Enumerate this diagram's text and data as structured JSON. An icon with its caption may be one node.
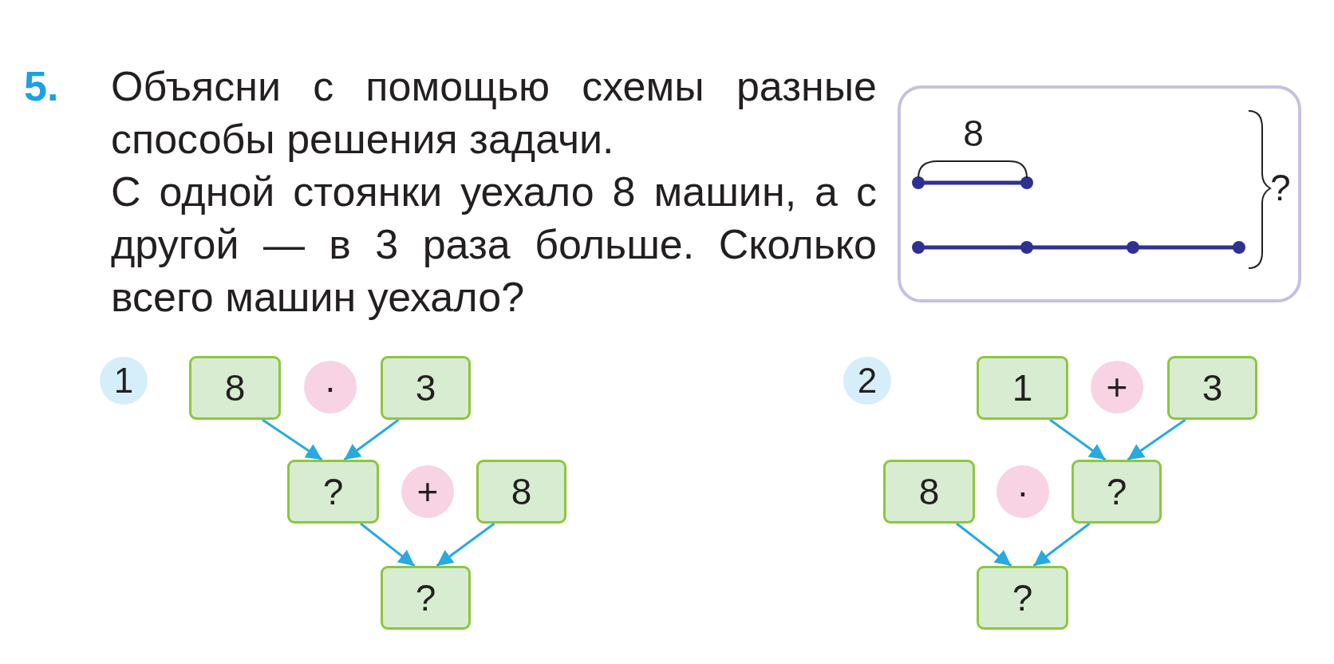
{
  "diagram": {
    "nodes": [
      {
        "text": [],
        "shape": "box"
      },
      {
        "text": [
          "1"
        ]
      },
      {
        "text": [
          "8"
        ]
      },
      {
        "text": [
          "·"
        ]
      },
      {
        "text": [
          "3"
        ]
      },
      {
        "text": [
          "?"
        ]
      },
      {
        "text": [
          "+"
        ]
      },
      {
        "text": [
          "8"
        ]
      },
      {
        "text": [
          "?"
        ]
      },
      {
        "text": [
          "2"
        ]
      },
      {
        "text": [
          "1"
        ]
      },
      {
        "text": [
          "+"
        ]
      },
      {
        "text": [
          "3"
        ]
      },
      {
        "text": [
          "8"
        ]
      },
      {
        "text": [
          "·"
        ]
      },
      {
        "text": [
          "?"
        ]
      },
      {
        "text": [
          "?"
        ]
      }
    ],
    "edges": [
      {
        "from": 2,
        "to": 5,
        "arrow": "to"
      },
      {
        "from": 4,
        "to": 5,
        "arrow": "to"
      },
      {
        "from": 5,
        "to": 8,
        "arrow": "to"
      },
      {
        "from": 7,
        "to": 8,
        "arrow": "to"
      },
      {
        "from": 10,
        "to": 15,
        "arrow": "to"
      },
      {
        "from": 12,
        "to": 15,
        "arrow": "to"
      },
      {
        "from": 13,
        "to": 16,
        "arrow": "to"
      },
      {
        "from": 15,
        "to": 16,
        "arrow": "to"
      }
    ],
    "labels": [
      "5.",
      "Объясни с помощью схемы разные способы решения задачи.",
      "С одной стоянки уехало 8 машин, а с другой — в 3 раза больше. Сколько всего машин уехало?",
      "8",
      "?"
    ]
  }
}
